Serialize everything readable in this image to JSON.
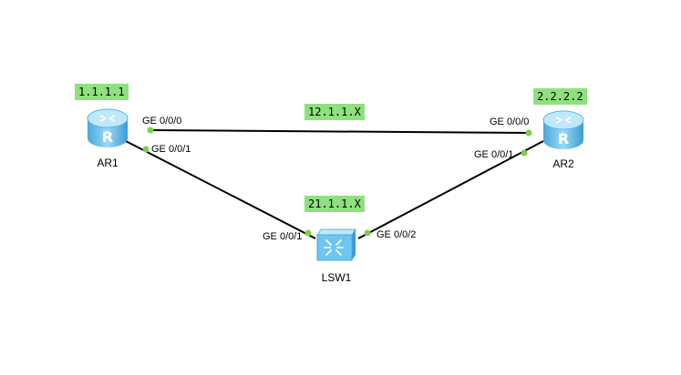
{
  "devices": {
    "ar1": {
      "name": "AR1",
      "type": "router",
      "label": "R"
    },
    "ar2": {
      "name": "AR2",
      "type": "router",
      "label": "R"
    },
    "lsw1": {
      "name": "LSW1",
      "type": "switch"
    }
  },
  "tags": {
    "ar1_ip": "1.1.1.1",
    "ar2_ip": "2.2.2.2",
    "link_ar1_ar2": "12.1.1.X",
    "link_switch": "21.1.1.X"
  },
  "ports": {
    "ar1_ge000": "GE 0/0/0",
    "ar1_ge001": "GE 0/0/1",
    "ar2_ge000": "GE 0/0/0",
    "ar2_ge001": "GE 0/0/1",
    "lsw1_ge001": "GE 0/0/1",
    "lsw1_ge002": "GE 0/0/2"
  },
  "colors": {
    "tag_bg": "#8fe07f",
    "port_dot": "#7ad04a",
    "link": "#000000",
    "router_body": "#6cc6f0",
    "switch_body": "#6cc6f0"
  }
}
